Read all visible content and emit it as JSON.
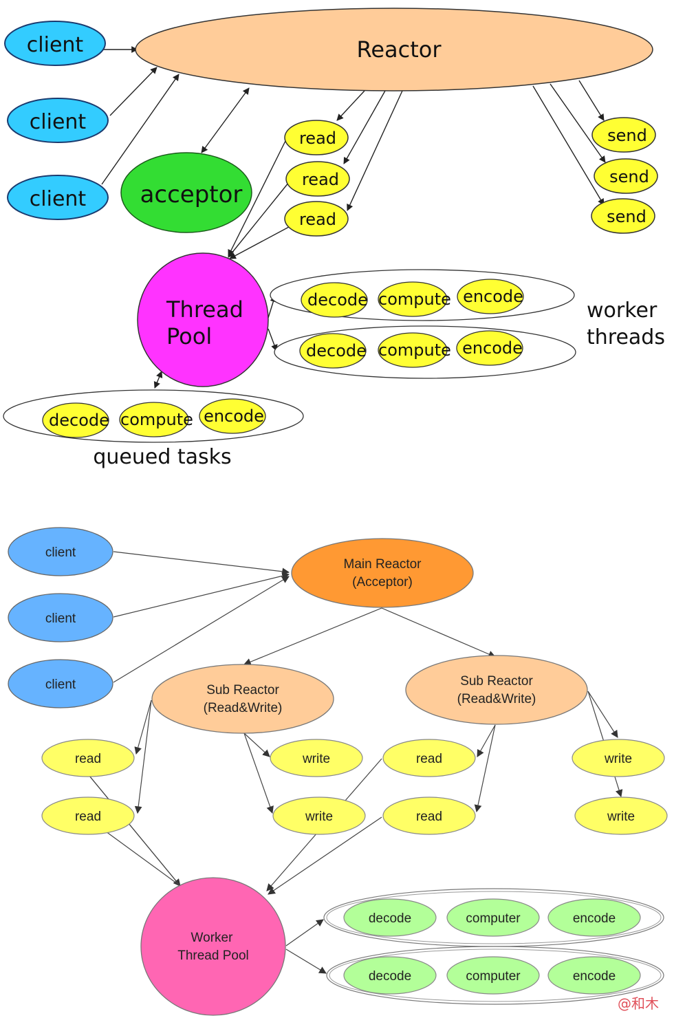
{
  "top": {
    "reactor": "Reactor",
    "clients": [
      "client",
      "client",
      "client"
    ],
    "acceptor": "acceptor",
    "reads": [
      "read",
      "read",
      "read"
    ],
    "sends": [
      "send",
      "send",
      "send"
    ],
    "thread_pool": [
      "Thread",
      "Pool"
    ],
    "worker_task_row_1": [
      "decode",
      "compute",
      "encode"
    ],
    "worker_task_row_2": [
      "decode",
      "compute",
      "encode"
    ],
    "worker_label": [
      "worker",
      "threads"
    ],
    "queued_tasks": [
      "decode",
      "compute",
      "encode"
    ],
    "queued_label": "queued tasks",
    "colors": {
      "client": "#33ccff",
      "reactor": "#ffcc99",
      "acceptor": "#33dd33",
      "task": "#ffff33",
      "thread_pool": "#ff33ff"
    }
  },
  "bottom": {
    "main_reactor": [
      "Main Reactor",
      "(Acceptor)"
    ],
    "clients": [
      "client",
      "client",
      "client"
    ],
    "sub_reactor_left": [
      "Sub Reactor",
      "(Read&Write)"
    ],
    "sub_reactor_right": [
      "Sub Reactor",
      "(Read&Write)"
    ],
    "left_reads": [
      "read",
      "read"
    ],
    "left_writes": [
      "write",
      "write"
    ],
    "right_reads": [
      "read",
      "read"
    ],
    "right_writes": [
      "write",
      "write"
    ],
    "worker_pool": [
      "Worker",
      "Thread Pool"
    ],
    "task_row_1": [
      "decode",
      "computer",
      "encode"
    ],
    "task_row_2": [
      "decode",
      "computer",
      "encode"
    ],
    "colors": {
      "client": "#66b3ff",
      "main_reactor": "#ff9933",
      "sub_reactor": "#ffcc99",
      "io": "#ffff66",
      "worker_pool": "#ff66b3",
      "task": "#b3ff99"
    }
  },
  "watermark": "@和木"
}
